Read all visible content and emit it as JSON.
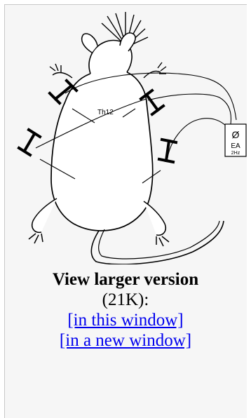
{
  "figure": {
    "labels": {
      "spine": "Th12",
      "device_symbol": "Ø",
      "device_name": "EA",
      "device_freq": "2Hz"
    }
  },
  "caption": {
    "title": "View larger version",
    "size": "(21K):",
    "link_this_window": "[in this window]",
    "link_new_window": "[in a new window]"
  },
  "colors": {
    "link": "#0000ee",
    "panel_bg": "#f6f6f6",
    "line_art": "#000000"
  }
}
